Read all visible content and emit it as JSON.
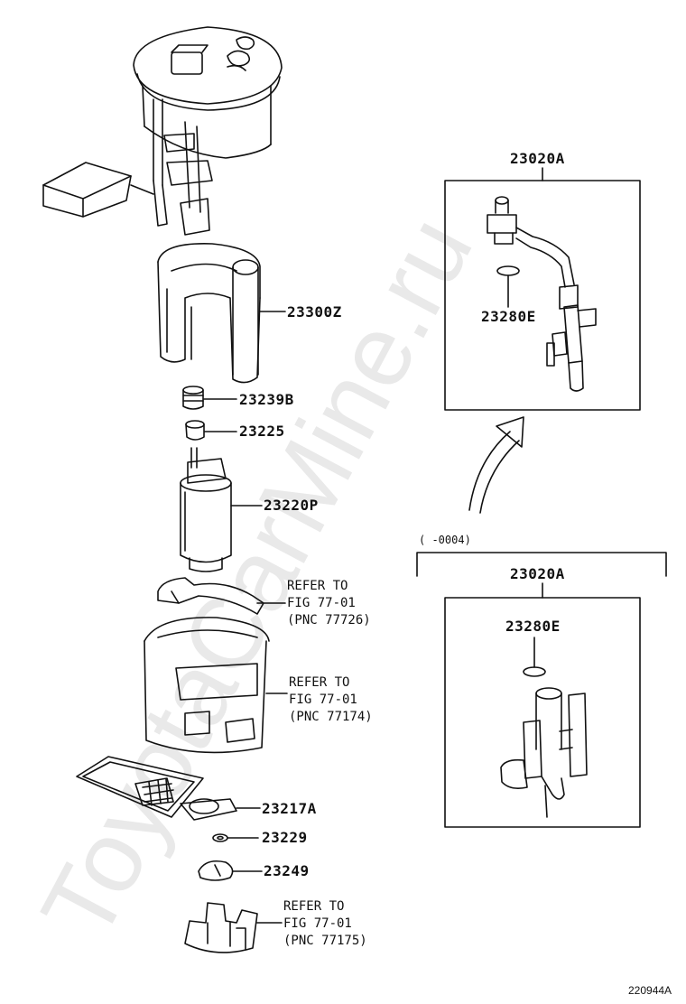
{
  "watermark": "ToyotaCarMine.ru",
  "parts": {
    "p23300Z": "23300Z",
    "p23239B": "23239B",
    "p23225": "23225",
    "p23220P": "23220P",
    "p23217A": "23217A",
    "p23229": "23229",
    "p23249": "23249",
    "p23020A_top": "23020A",
    "p23280E_top": "23280E",
    "p23020A_bottom": "23020A",
    "p23280E_bottom": "23280E"
  },
  "references": {
    "ref1": [
      "REFER TO",
      "FIG 77-01",
      "(PNC 77726)"
    ],
    "ref2": [
      "REFER TO",
      "FIG 77-01",
      "(PNC 77174)"
    ],
    "ref3": [
      "REFER TO",
      "FIG 77-01",
      "(PNC 77175)"
    ]
  },
  "range_note": "(      -0004)",
  "diagram_code": "220944A"
}
